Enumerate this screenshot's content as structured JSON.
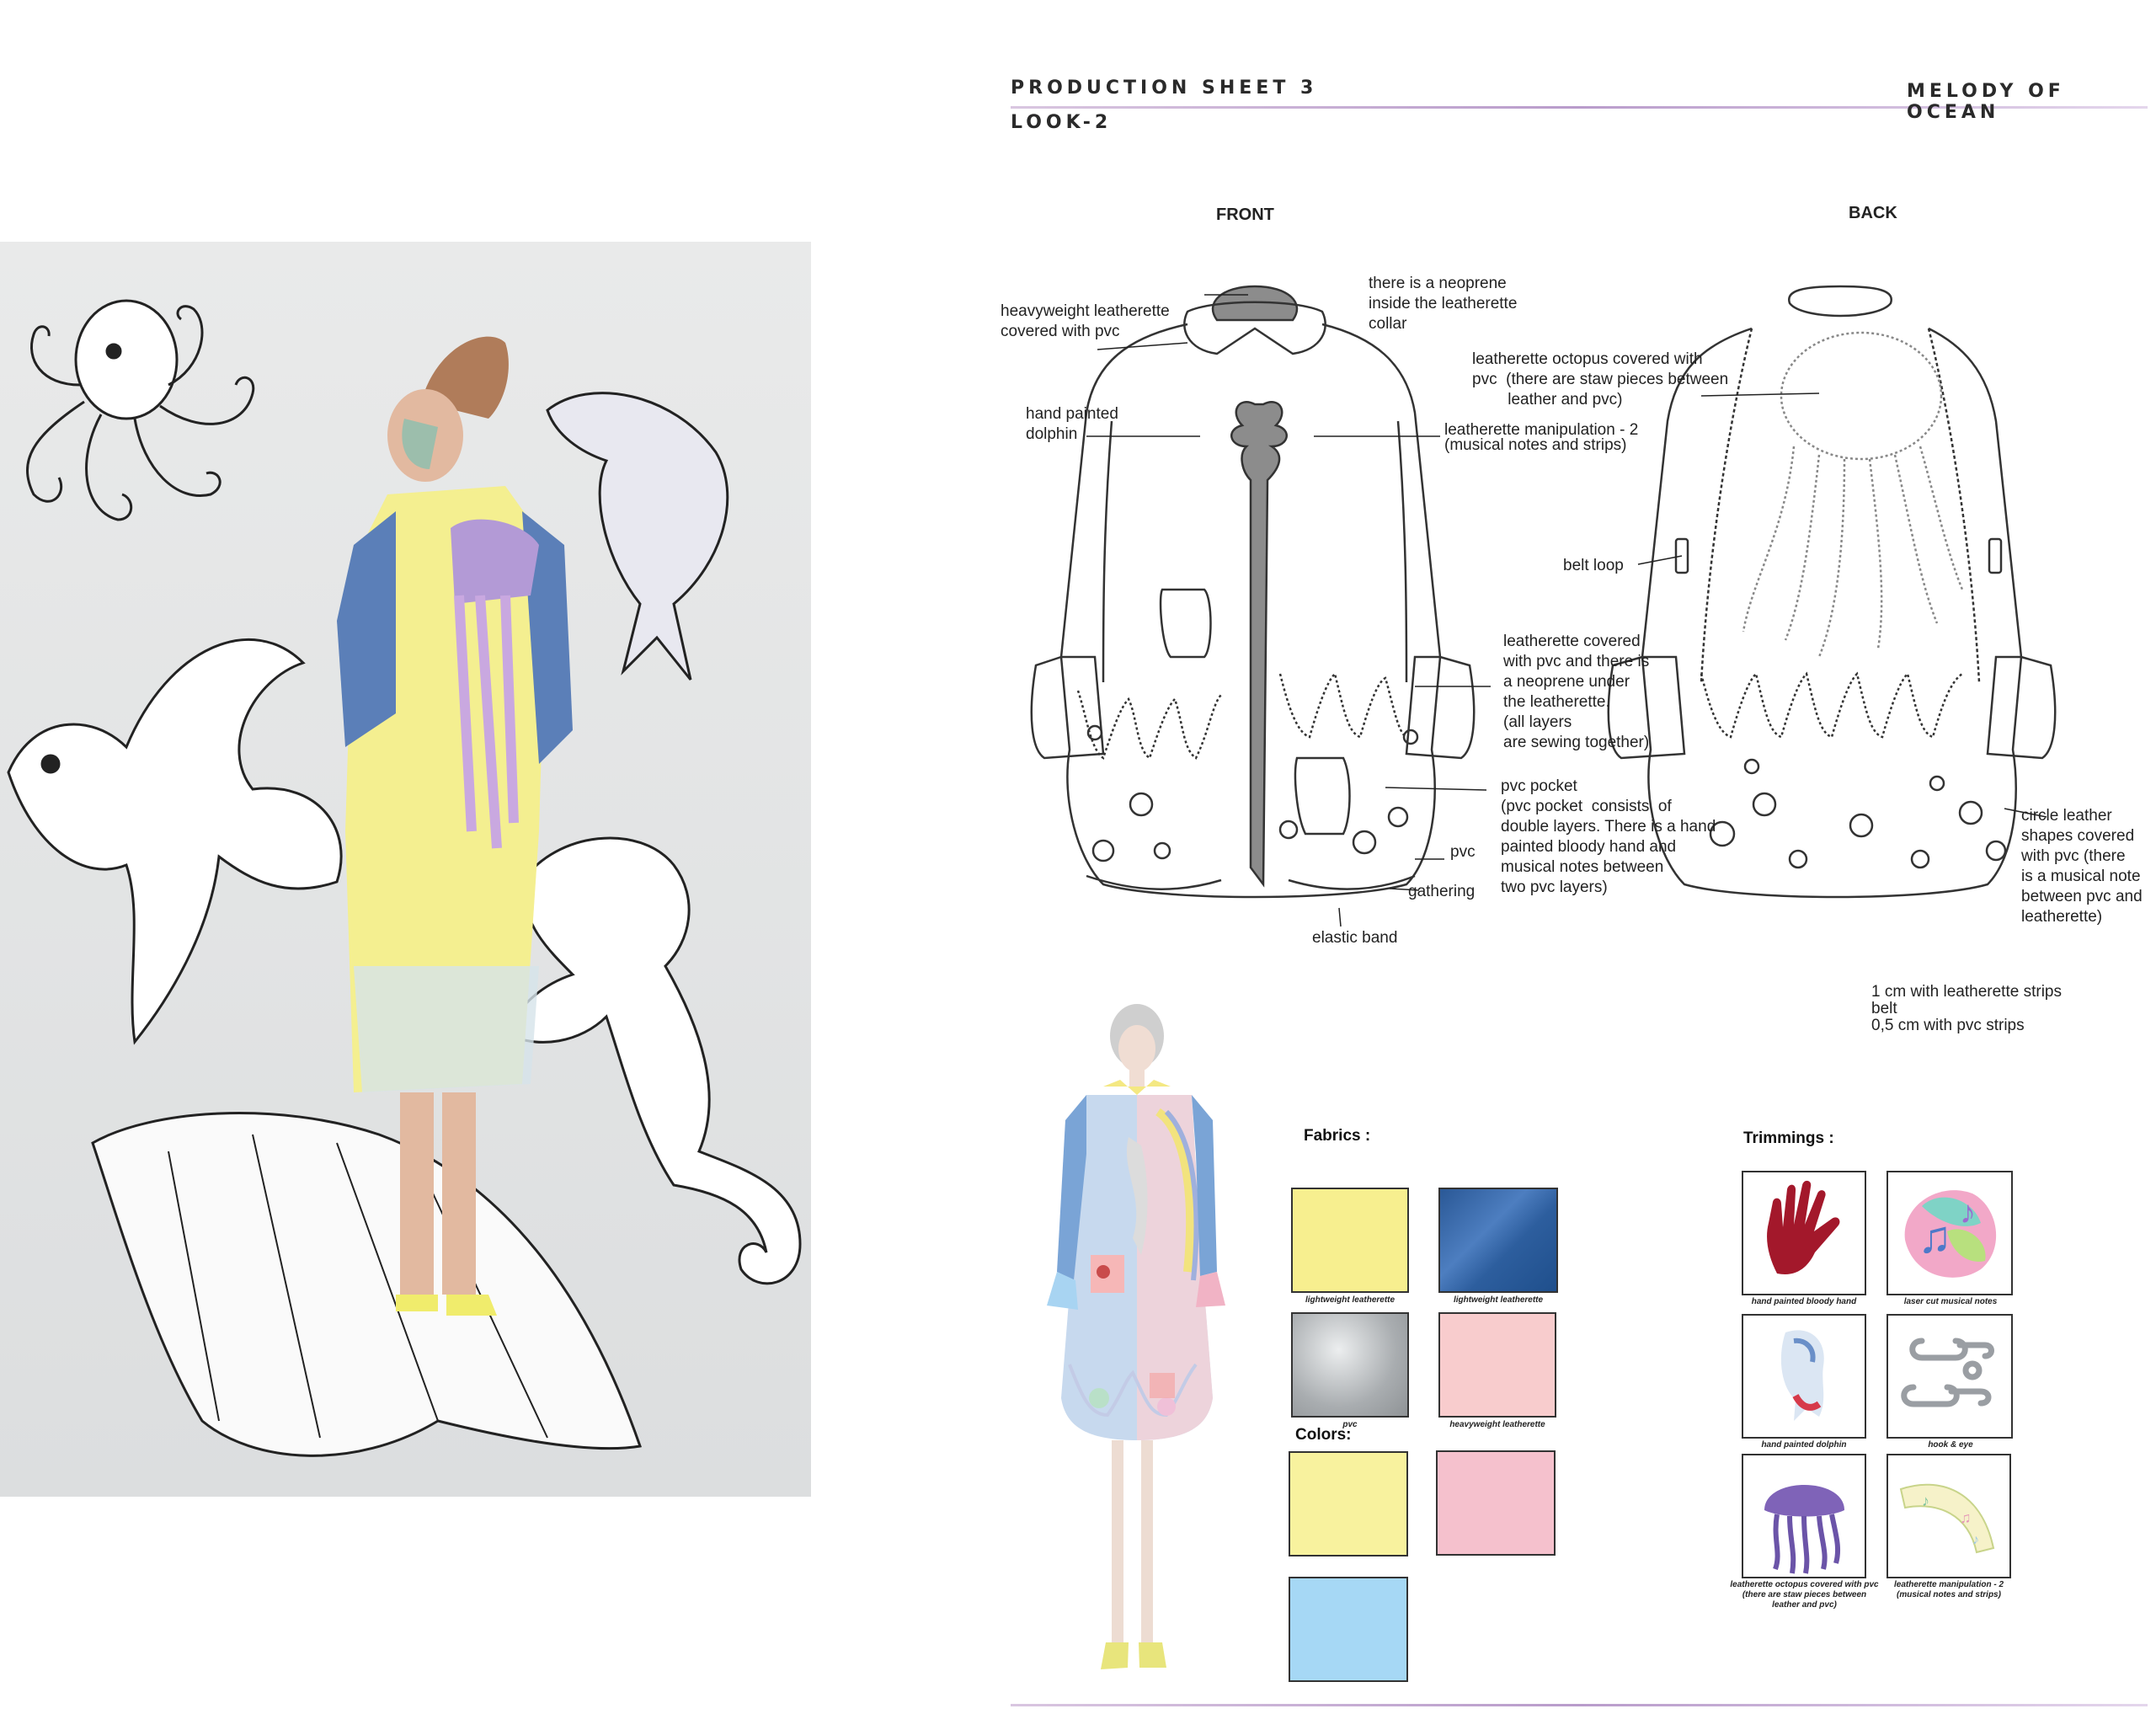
{
  "header": {
    "sheet_title": "PRODUCTION SHEET 3",
    "look": "LOOK-2",
    "collection": "MELODY OF OCEAN"
  },
  "flats": {
    "front_label": "FRONT",
    "back_label": "BACK"
  },
  "annotations": {
    "heavyweight": "heavyweight leatherette\ncovered with pvc",
    "neoprene_collar": "there is a neoprene\ninside the leatherette\ncollar",
    "dolphin": "hand painted\ndolphin",
    "manipulation": "leatherette manipulation - 2\n(musical notes and strips)",
    "octopus": "leatherette octopus covered with\npvc  (there are staw pieces between\n        leather and pvc)",
    "belt_loop": "belt loop",
    "neoprene_layers": "leatherette covered\nwith pvc and there is\na neoprene under\nthe leatherette.\n(all layers\nare sewing together)",
    "pvc_pocket": "pvc pocket\n(pvc pocket  consists  of\ndouble layers. There is a hand\npainted bloody hand and\nmusical notes between\ntwo pvc layers)",
    "pvc": "pvc",
    "gathering": "gathering",
    "elastic_band": "elastic band",
    "circle_leather": "circle leather\nshapes covered\nwith pvc (there\nis a musical note\nbetween pvc and\nleatherette)"
  },
  "belt": {
    "line1": "1 cm with leatherette strips",
    "line2": "belt",
    "line3": "0,5 cm with pvc strips"
  },
  "fabrics": {
    "title": "Fabrics :",
    "items": [
      {
        "caption": "lightweight leatherette",
        "color": "#f7ef8f"
      },
      {
        "caption": "lightweight leatherette",
        "color": "#2d5e9e"
      },
      {
        "caption": "pvc",
        "color": "#b8bcbf"
      },
      {
        "caption": "heavyweight leatherette",
        "color": "#f8cccd"
      }
    ]
  },
  "colors": {
    "title": "Colors:",
    "items": [
      "#f8f29e",
      "#f5c1cd",
      "#a6d8f5"
    ]
  },
  "trimmings": {
    "title": "Trimmings :",
    "items": [
      {
        "caption": "hand painted bloody hand",
        "icon": "hand-icon"
      },
      {
        "caption": "laser cut musical notes",
        "icon": "music-notes-icon"
      },
      {
        "caption": "hand painted dolphin",
        "icon": "dolphin-icon"
      },
      {
        "caption": "hook & eye",
        "icon": "hook-eye-icon"
      },
      {
        "caption": "leatherette octopus covered with pvc\n(there are staw pieces between\nleather and pvc)",
        "icon": "jellyfish-icon"
      },
      {
        "caption": "leatherette manipulation - 2\n(musical notes and strips)",
        "icon": "strip-icon"
      }
    ]
  }
}
